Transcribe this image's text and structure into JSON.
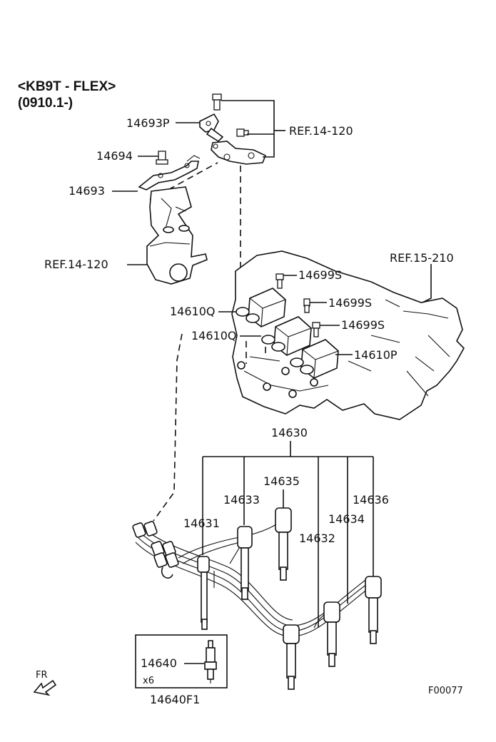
{
  "header": {
    "model": "<KB9T - FLEX>",
    "serial_range": "(0910.1-)"
  },
  "labels": {
    "p14693P": "14693P",
    "ref14120_top": "REF.14-120",
    "p14694": "14694",
    "p14693": "14693",
    "ref14120_left": "REF.14-120",
    "ref15210": "REF.15-210",
    "p14699S_a": "14699S",
    "p14699S_b": "14699S",
    "p14699S_c": "14699S",
    "p14610Q_a": "14610Q",
    "p14610Q_b": "14610Q",
    "p14610P": "14610P",
    "p14630": "14630",
    "p14635": "14635",
    "p14633": "14633",
    "p14636": "14636",
    "p14631": "14631",
    "p14634": "14634",
    "p14632": "14632",
    "p14640": "14640",
    "qty": "x6",
    "p14640F1": "14640F1",
    "fr": "FR",
    "figure_code": "F00077"
  }
}
